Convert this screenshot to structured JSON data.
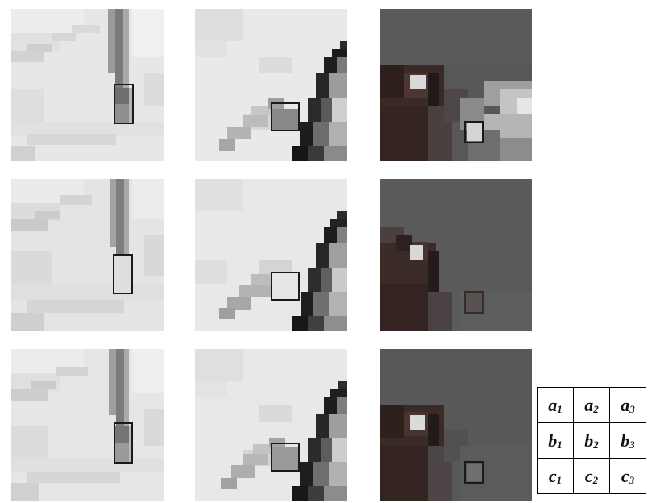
{
  "colors": {
    "light_background": "#e6e6e6",
    "dark_background": "#575757",
    "highlight_box": "#1a1a1a",
    "edge": "#1c1c1c"
  },
  "figure": {
    "rows": 3,
    "columns": 3,
    "panel_content": [
      "vertical-edge-patch",
      "diagonal-edge-patch",
      "dark-object-patch"
    ]
  },
  "legend": {
    "cells": [
      {
        "letter": "a",
        "sub": "1"
      },
      {
        "letter": "a",
        "sub": "2"
      },
      {
        "letter": "a",
        "sub": "3"
      },
      {
        "letter": "b",
        "sub": "1"
      },
      {
        "letter": "b",
        "sub": "2"
      },
      {
        "letter": "b",
        "sub": "3"
      },
      {
        "letter": "c",
        "sub": "1"
      },
      {
        "letter": "c",
        "sub": "2"
      },
      {
        "letter": "c",
        "sub": "3"
      }
    ]
  }
}
